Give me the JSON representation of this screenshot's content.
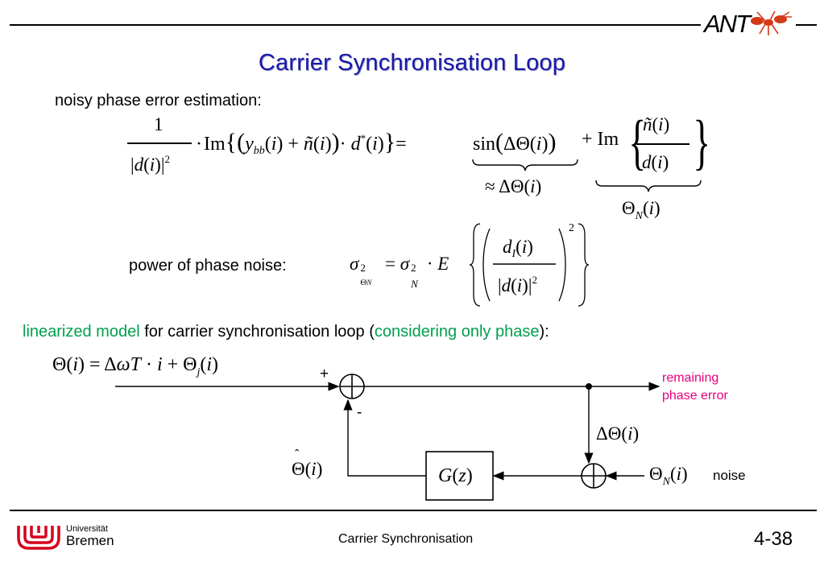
{
  "header": {
    "logo_text": "ANT",
    "title": "Carrier Synchronisation Loop"
  },
  "content": {
    "noisy_label": "noisy phase error estimation:",
    "power_label": "power of phase noise:",
    "model_line": {
      "part1": "linearized model",
      "part2": " for carrier synchronisation loop (",
      "part3": "considering only phase",
      "part4": "):"
    }
  },
  "diagram": {
    "plus_sign": "+",
    "minus_sign": "-",
    "remaining_line1": "remaining",
    "remaining_line2": "phase error",
    "noise_label": "noise",
    "filter_label": "G(z)"
  },
  "footer": {
    "university_line1": "Universität",
    "university_line2": "Bremen",
    "center_text": "Carrier Synchronisation",
    "page_number": "4-38"
  },
  "colors": {
    "title": "#1a1aa6",
    "green": "#00a04e",
    "magenta": "#e6007e",
    "uni_red": "#d6001c"
  }
}
